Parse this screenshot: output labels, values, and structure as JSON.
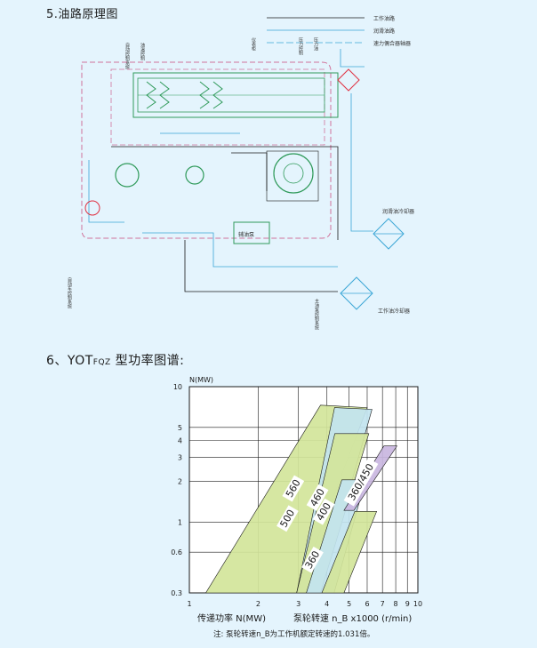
{
  "section5": {
    "title": "5.油路原理图"
  },
  "legend": {
    "items": [
      {
        "label": "工作油路",
        "color": "#1a1a1a"
      },
      {
        "label": "润滑油路",
        "color": "#3aa6d6"
      },
      {
        "label": "速力偶合器轴器",
        "color": "#3aa6d6"
      }
    ]
  },
  "diagram_labels": {
    "top": [
      "自动控制系统",
      "油温控制",
      "仪表柜",
      "压力控制",
      "压力油"
    ],
    "lube_cooler": "润滑油冷却器",
    "work_cooler": "工作油冷却器",
    "aux_pump": "辅油泵",
    "left_vertical": "自动车控制系统",
    "mid_vertical": "主油泵控制系统"
  },
  "section6": {
    "title_prefix": "6、YOT",
    "title_sub": "FQZ",
    "title_suffix": " 型功率图谱:"
  },
  "chart_data": {
    "type": "area",
    "title": "",
    "xlabel": "泵轮转速 n_B x1000 (r/min)",
    "ylabel": "N(MW)",
    "x_scale": "log",
    "y_scale": "log",
    "x_ticks": [
      1,
      2,
      3,
      4,
      5,
      6,
      7,
      8,
      9,
      10
    ],
    "x_tick_labels": [
      "1",
      "2",
      "3",
      "4",
      "5",
      "6",
      "7",
      "8",
      "9",
      "10"
    ],
    "y_ticks": [
      0.3,
      0.6,
      1,
      2,
      3,
      4,
      5,
      10
    ],
    "y_tick_labels": [
      "0.3",
      "0.6",
      "1",
      "2",
      "3",
      "4",
      "5",
      "10"
    ],
    "xlim": [
      1,
      10
    ],
    "ylim": [
      0.3,
      10
    ],
    "grid": true,
    "series": [
      {
        "name": "560",
        "color": "#d2e59a",
        "polygon": [
          [
            2.95,
            0.3
          ],
          [
            1.18,
            0.3
          ],
          [
            3.75,
            7.3
          ],
          [
            6.0,
            7.0
          ]
        ]
      },
      {
        "name": "500",
        "color": "#c2e4ef",
        "polygon": [
          [
            2.95,
            0.3
          ],
          [
            4.32,
            7.0
          ],
          [
            6.3,
            6.8
          ],
          [
            3.75,
            0.3
          ]
        ]
      },
      {
        "name": "460",
        "color": "#d2e59a",
        "polygon": [
          [
            3.75,
            0.3
          ],
          [
            2.95,
            0.3
          ],
          [
            4.33,
            4.5
          ],
          [
            6.1,
            4.5
          ]
        ]
      },
      {
        "name": "400",
        "color": "#c2e4ef",
        "polygon": [
          [
            4.3,
            0.3
          ],
          [
            3.25,
            0.3
          ],
          [
            4.65,
            2.05
          ],
          [
            5.9,
            2.05
          ]
        ]
      },
      {
        "name": "360",
        "color": "#d2e59a",
        "polygon": [
          [
            4.75,
            0.3
          ],
          [
            3.8,
            0.3
          ],
          [
            5.3,
            1.2
          ],
          [
            6.6,
            1.2
          ]
        ]
      },
      {
        "name": "360/450",
        "color": "#c9b6e0",
        "polygon": [
          [
            5.25,
            1.22
          ],
          [
            4.75,
            1.22
          ],
          [
            7.1,
            3.65
          ],
          [
            8.1,
            3.65
          ]
        ]
      }
    ],
    "series_labels": [
      {
        "text": "560",
        "x": 2.88,
        "y": 1.75
      },
      {
        "text": "500",
        "x": 2.72,
        "y": 1.05
      },
      {
        "text": "460",
        "x": 3.68,
        "y": 1.5
      },
      {
        "text": "400",
        "x": 3.92,
        "y": 1.18
      },
      {
        "text": "360",
        "x": 3.5,
        "y": 0.52
      },
      {
        "text": "360/450",
        "x": 5.7,
        "y": 1.95
      }
    ],
    "axis_label_left": "传递功率 N(MW)",
    "note": "注: 泵轮转速n_B为工作机额定转速的1.031倍。"
  }
}
